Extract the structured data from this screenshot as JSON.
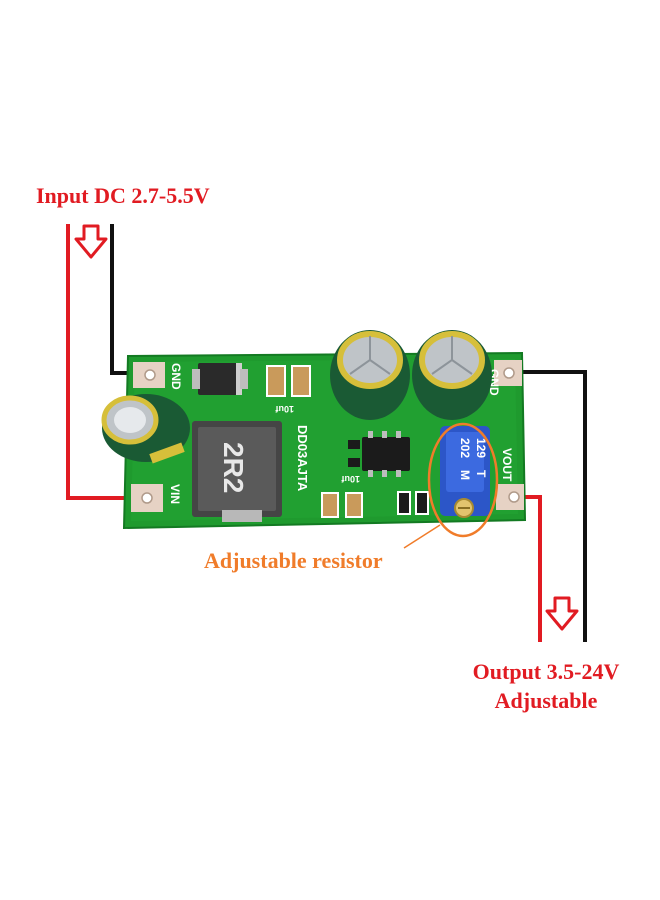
{
  "callouts": {
    "input": "Input DC 2.7-5.5V",
    "resistor": "Adjustable resistor",
    "output_line1": "Output 3.5-24V",
    "output_line2": "Adjustable"
  },
  "board": {
    "pin_labels": {
      "gnd_left": "GND",
      "vin": "VIN",
      "gnd_right": "GND",
      "vout": "VOUT"
    },
    "inductor_marking": "2R2",
    "model_marking": "DD03AJTA",
    "cap_marking_1": "10uf",
    "cap_marking_2": "10uf",
    "trimmer_marking_1": "129",
    "trimmer_marking_2": "T",
    "trimmer_marking_3": "202",
    "trimmer_marking_4": "M"
  },
  "colors": {
    "wire_positive": "#e11b22",
    "wire_negative": "#111111",
    "pcb_green": "#1f9a2e",
    "callout_red": "#e11b22",
    "callout_orange": "#f07c2a",
    "trimmer_blue": "#2c56c8"
  }
}
